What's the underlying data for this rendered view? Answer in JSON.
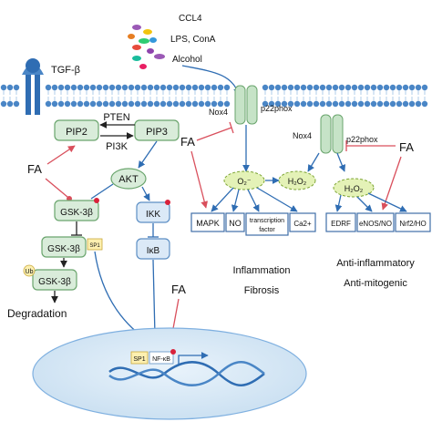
{
  "stimuli": {
    "label_1": "CCL4",
    "label_2": "LPS, ConA",
    "label_3": "Alcohol"
  },
  "receptor": {
    "label": "TGF-β"
  },
  "pi3k_axis": {
    "pten": "PTEN",
    "pip2": "PIP2",
    "pip3": "PIP3",
    "pi3k": "PI3K",
    "akt": "AKT"
  },
  "gsk_axis": {
    "gsk_a": "GSK-3β",
    "gsk_b": "GSK-3β",
    "gsk_c": "GSK-3β",
    "sp1": "SP1",
    "ub": "Ub",
    "degradation": "Degradation"
  },
  "nfkb_axis": {
    "ikk": "IKK",
    "ikb": "IκB"
  },
  "fa_labels": {
    "fa_left": "FA",
    "fa_mid": "FA",
    "fa_nucleus": "FA",
    "fa_right": "FA"
  },
  "nox_left": {
    "nox4": "Nox4",
    "p22phox": "p22phox",
    "o2": "O₂⁻",
    "h2o2": "H₂O₂"
  },
  "nox_right": {
    "nox4": "Nox4",
    "p22phox": "p22phox",
    "h2o2": "H₂O₂"
  },
  "outputs_left": {
    "mapk": "MAPK",
    "no": "NO",
    "tf_line1": "transcription",
    "tf_line2": "factor",
    "ca": "Ca2+"
  },
  "outputs_right": {
    "edrf": "EDRF",
    "enos": "eNOS/NO",
    "nrf2": "Nrf2/HO"
  },
  "effects_left": {
    "line1": "Inflammation",
    "line2": "Fibrosis"
  },
  "effects_right": {
    "line1": "Anti-inflammatory",
    "line2": "Anti-mitogenic"
  },
  "nucleus": {
    "sp1": "SP1",
    "nfkb": "NF-κB"
  },
  "colors": {
    "membrane": "#4a86c6",
    "activation": "#2f6db3",
    "inhibition": "#d94f5c",
    "node_fill": "#d9ecda",
    "ros_fill": "#e4f2b7"
  }
}
